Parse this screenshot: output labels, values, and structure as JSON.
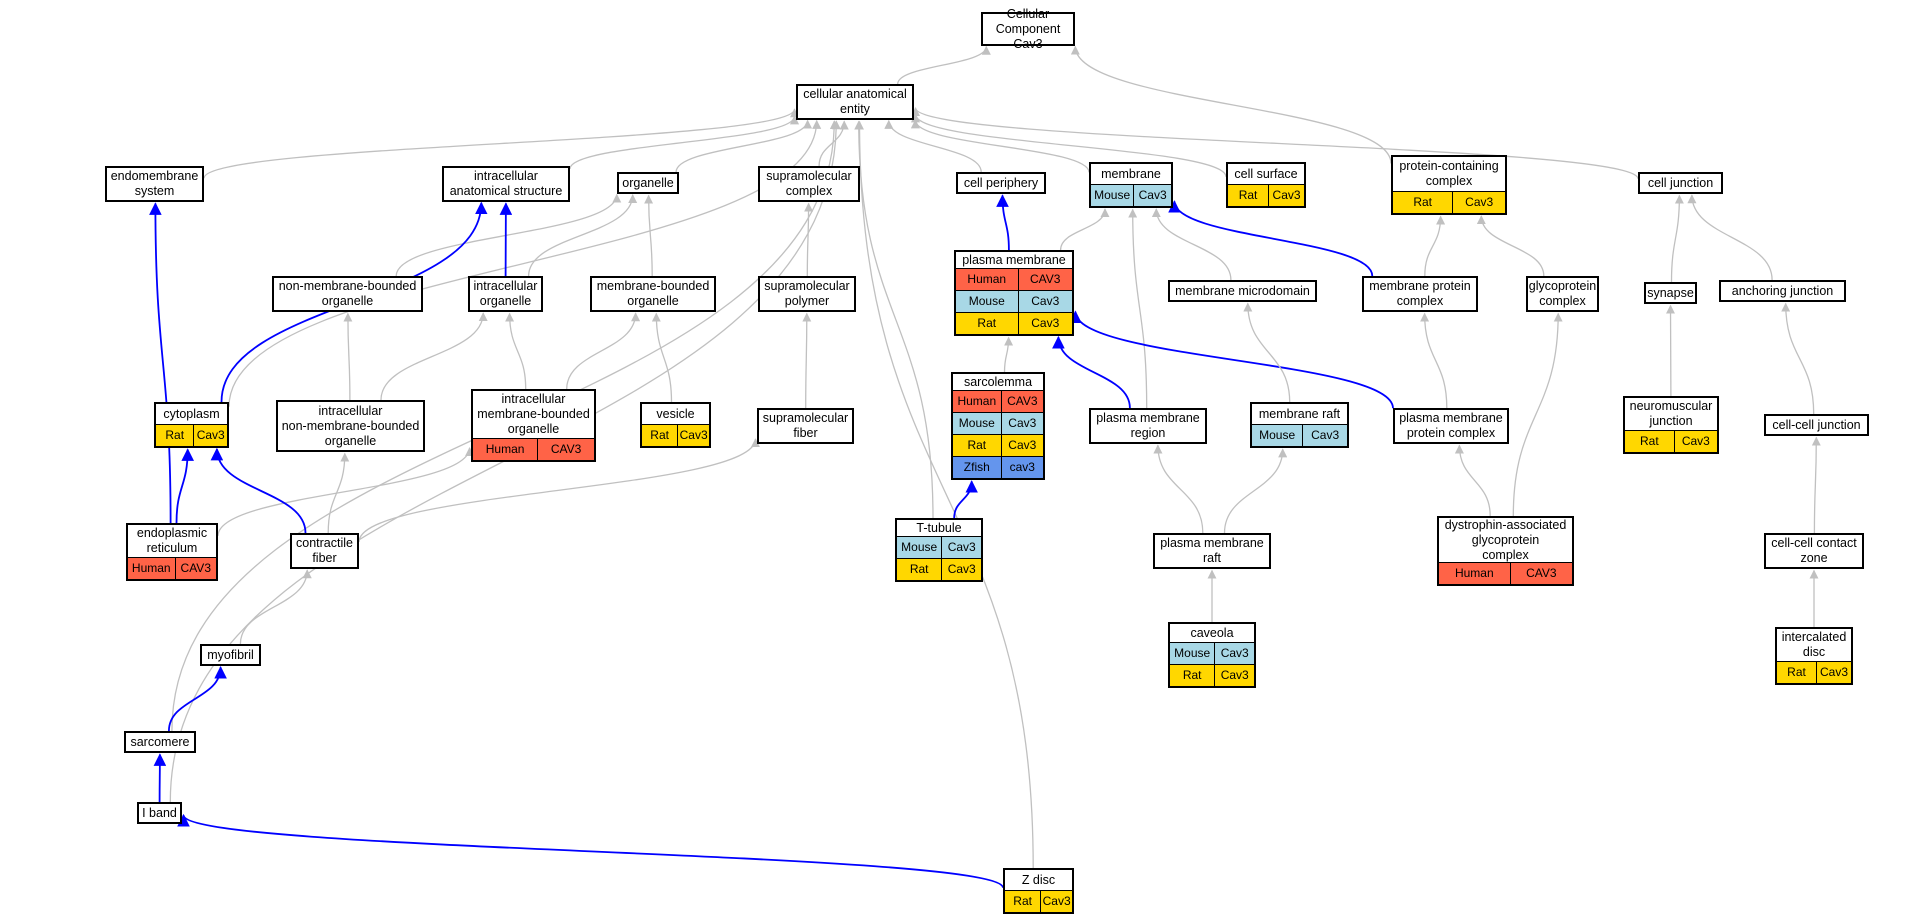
{
  "colors": {
    "Human": "#ff6347",
    "Mouse": "#a8d8e6",
    "Rat": "#ffd700",
    "Zfish": "#6495ed",
    "edge_plain": "#c0c0c0",
    "edge_highlight": "#0000ff"
  },
  "nodes": [
    {
      "id": "cc_root",
      "label": "Cellular Component\nCav3",
      "annotations": []
    },
    {
      "id": "cae",
      "label": "cellular anatomical\nentity",
      "annotations": []
    },
    {
      "id": "endomembrane",
      "label": "endomembrane\nsystem",
      "annotations": []
    },
    {
      "id": "ias",
      "label": "intracellular\nanatomical structure",
      "annotations": []
    },
    {
      "id": "organelle",
      "label": "organelle",
      "annotations": []
    },
    {
      "id": "supramol_complex",
      "label": "supramolecular\ncomplex",
      "annotations": []
    },
    {
      "id": "cell_periphery",
      "label": "cell periphery",
      "annotations": []
    },
    {
      "id": "membrane",
      "label": "membrane",
      "annotations": [
        {
          "species": "Mouse",
          "gene": "Cav3"
        }
      ]
    },
    {
      "id": "cell_surface",
      "label": "cell surface",
      "annotations": [
        {
          "species": "Rat",
          "gene": "Cav3"
        }
      ]
    },
    {
      "id": "protein_containing",
      "label": "protein-containing\ncomplex",
      "annotations": [
        {
          "species": "Rat",
          "gene": "Cav3"
        }
      ]
    },
    {
      "id": "cell_junction",
      "label": "cell junction",
      "annotations": []
    },
    {
      "id": "nmbo",
      "label": "non-membrane-bounded\norganelle",
      "annotations": []
    },
    {
      "id": "intracellular_organelle",
      "label": "intracellular\norganelle",
      "annotations": []
    },
    {
      "id": "mbo",
      "label": "membrane-bounded\norganelle",
      "annotations": []
    },
    {
      "id": "supramol_polymer",
      "label": "supramolecular\npolymer",
      "annotations": []
    },
    {
      "id": "plasma_membrane",
      "label": "plasma membrane",
      "annotations": [
        {
          "species": "Human",
          "gene": "CAV3"
        },
        {
          "species": "Mouse",
          "gene": "Cav3"
        },
        {
          "species": "Rat",
          "gene": "Cav3"
        }
      ]
    },
    {
      "id": "membrane_microdomain",
      "label": "membrane microdomain",
      "annotations": []
    },
    {
      "id": "membrane_protein_complex",
      "label": "membrane protein\ncomplex",
      "annotations": []
    },
    {
      "id": "glycoprotein_complex",
      "label": "glycoprotein\ncomplex",
      "annotations": []
    },
    {
      "id": "synapse",
      "label": "synapse",
      "annotations": []
    },
    {
      "id": "anchoring_junction",
      "label": "anchoring junction",
      "annotations": []
    },
    {
      "id": "cytoplasm",
      "label": "cytoplasm",
      "annotations": [
        {
          "species": "Rat",
          "gene": "Cav3"
        }
      ]
    },
    {
      "id": "inmbo",
      "label": "intracellular\nnon-membrane-bounded\norganelle",
      "annotations": []
    },
    {
      "id": "imbo",
      "label": "intracellular\nmembrane-bounded\norganelle",
      "annotations": [
        {
          "species": "Human",
          "gene": "CAV3"
        }
      ]
    },
    {
      "id": "vesicle",
      "label": "vesicle",
      "annotations": [
        {
          "species": "Rat",
          "gene": "Cav3"
        }
      ]
    },
    {
      "id": "supramol_fiber",
      "label": "supramolecular\nfiber",
      "annotations": []
    },
    {
      "id": "sarcolemma",
      "label": "sarcolemma",
      "annotations": [
        {
          "species": "Human",
          "gene": "CAV3"
        },
        {
          "species": "Mouse",
          "gene": "Cav3"
        },
        {
          "species": "Rat",
          "gene": "Cav3"
        },
        {
          "species": "Zfish",
          "gene": "cav3"
        }
      ]
    },
    {
      "id": "pm_region",
      "label": "plasma membrane\nregion",
      "annotations": []
    },
    {
      "id": "membrane_raft",
      "label": "membrane raft",
      "annotations": [
        {
          "species": "Mouse",
          "gene": "Cav3"
        }
      ]
    },
    {
      "id": "pm_protein_complex",
      "label": "plasma membrane\nprotein complex",
      "annotations": []
    },
    {
      "id": "neuromuscular_junction",
      "label": "neuromuscular\njunction",
      "annotations": [
        {
          "species": "Rat",
          "gene": "Cav3"
        }
      ]
    },
    {
      "id": "cell_cell_junction",
      "label": "cell-cell junction",
      "annotations": []
    },
    {
      "id": "er",
      "label": "endoplasmic\nreticulum",
      "annotations": [
        {
          "species": "Human",
          "gene": "CAV3"
        }
      ]
    },
    {
      "id": "contractile_fiber",
      "label": "contractile\nfiber",
      "annotations": []
    },
    {
      "id": "t_tubule",
      "label": "T-tubule",
      "annotations": [
        {
          "species": "Mouse",
          "gene": "Cav3"
        },
        {
          "species": "Rat",
          "gene": "Cav3"
        }
      ]
    },
    {
      "id": "pm_raft",
      "label": "plasma membrane\nraft",
      "annotations": []
    },
    {
      "id": "dag_complex",
      "label": "dystrophin-associated\nglycoprotein\ncomplex",
      "annotations": [
        {
          "species": "Human",
          "gene": "CAV3"
        }
      ]
    },
    {
      "id": "cell_cell_contact_zone",
      "label": "cell-cell contact\nzone",
      "annotations": []
    },
    {
      "id": "myofibril",
      "label": "myofibril",
      "annotations": []
    },
    {
      "id": "caveola",
      "label": "caveola",
      "annotations": [
        {
          "species": "Mouse",
          "gene": "Cav3"
        },
        {
          "species": "Rat",
          "gene": "Cav3"
        }
      ]
    },
    {
      "id": "intercalated_disc",
      "label": "intercalated\ndisc",
      "annotations": [
        {
          "species": "Rat",
          "gene": "Cav3"
        }
      ]
    },
    {
      "id": "sarcomere",
      "label": "sarcomere",
      "annotations": []
    },
    {
      "id": "i_band",
      "label": "I band",
      "annotations": []
    },
    {
      "id": "z_disc",
      "label": "Z disc",
      "annotations": [
        {
          "species": "Rat",
          "gene": "Cav3"
        }
      ]
    }
  ],
  "edges": [
    {
      "from": "cae",
      "to": "cc_root",
      "highlight": false
    },
    {
      "from": "protein_containing",
      "to": "cc_root",
      "highlight": false
    },
    {
      "from": "endomembrane",
      "to": "cae",
      "highlight": false
    },
    {
      "from": "ias",
      "to": "cae",
      "highlight": false
    },
    {
      "from": "organelle",
      "to": "cae",
      "highlight": false
    },
    {
      "from": "supramol_complex",
      "to": "cae",
      "highlight": false
    },
    {
      "from": "cell_periphery",
      "to": "cae",
      "highlight": false
    },
    {
      "from": "membrane",
      "to": "cae",
      "highlight": false
    },
    {
      "from": "cell_surface",
      "to": "cae",
      "highlight": false
    },
    {
      "from": "cell_junction",
      "to": "cae",
      "highlight": false
    },
    {
      "from": "cytoplasm",
      "to": "cae",
      "highlight": false
    },
    {
      "from": "t_tubule",
      "to": "cae",
      "highlight": false
    },
    {
      "from": "sarcomere",
      "to": "cae",
      "highlight": false
    },
    {
      "from": "i_band",
      "to": "cae",
      "highlight": false
    },
    {
      "from": "z_disc",
      "to": "cae",
      "highlight": false
    },
    {
      "from": "nmbo",
      "to": "organelle",
      "highlight": false
    },
    {
      "from": "intracellular_organelle",
      "to": "organelle",
      "highlight": false
    },
    {
      "from": "mbo",
      "to": "organelle",
      "highlight": false
    },
    {
      "from": "intracellular_organelle",
      "to": "ias",
      "highlight": true
    },
    {
      "from": "cytoplasm",
      "to": "ias",
      "highlight": true
    },
    {
      "from": "supramol_polymer",
      "to": "supramol_complex",
      "highlight": false
    },
    {
      "from": "supramol_fiber",
      "to": "supramol_polymer",
      "highlight": false
    },
    {
      "from": "plasma_membrane",
      "to": "cell_periphery",
      "highlight": true
    },
    {
      "from": "plasma_membrane",
      "to": "membrane",
      "highlight": false
    },
    {
      "from": "membrane_microdomain",
      "to": "membrane",
      "highlight": false
    },
    {
      "from": "membrane_protein_complex",
      "to": "membrane",
      "highlight": true
    },
    {
      "from": "pm_region",
      "to": "membrane",
      "highlight": false
    },
    {
      "from": "membrane_protein_complex",
      "to": "protein_containing",
      "highlight": false
    },
    {
      "from": "glycoprotein_complex",
      "to": "protein_containing",
      "highlight": false
    },
    {
      "from": "synapse",
      "to": "cell_junction",
      "highlight": false
    },
    {
      "from": "anchoring_junction",
      "to": "cell_junction",
      "highlight": false
    },
    {
      "from": "inmbo",
      "to": "nmbo",
      "highlight": false
    },
    {
      "from": "inmbo",
      "to": "intracellular_organelle",
      "highlight": false
    },
    {
      "from": "imbo",
      "to": "intracellular_organelle",
      "highlight": false
    },
    {
      "from": "imbo",
      "to": "mbo",
      "highlight": false
    },
    {
      "from": "vesicle",
      "to": "mbo",
      "highlight": false
    },
    {
      "from": "sarcolemma",
      "to": "plasma_membrane",
      "highlight": false
    },
    {
      "from": "pm_region",
      "to": "plasma_membrane",
      "highlight": true
    },
    {
      "from": "pm_protein_complex",
      "to": "plasma_membrane",
      "highlight": true
    },
    {
      "from": "membrane_raft",
      "to": "membrane_microdomain",
      "highlight": false
    },
    {
      "from": "pm_protein_complex",
      "to": "membrane_protein_complex",
      "highlight": false
    },
    {
      "from": "dag_complex",
      "to": "glycoprotein_complex",
      "highlight": false
    },
    {
      "from": "dag_complex",
      "to": "pm_protein_complex",
      "highlight": false
    },
    {
      "from": "neuromuscular_junction",
      "to": "synapse",
      "highlight": false
    },
    {
      "from": "cell_cell_junction",
      "to": "anchoring_junction",
      "highlight": false
    },
    {
      "from": "cell_cell_contact_zone",
      "to": "cell_cell_junction",
      "highlight": false
    },
    {
      "from": "intercalated_disc",
      "to": "cell_cell_contact_zone",
      "highlight": false
    },
    {
      "from": "er",
      "to": "endomembrane",
      "highlight": true
    },
    {
      "from": "er",
      "to": "cytoplasm",
      "highlight": true
    },
    {
      "from": "er",
      "to": "imbo",
      "highlight": false
    },
    {
      "from": "contractile_fiber",
      "to": "cytoplasm",
      "highlight": true
    },
    {
      "from": "contractile_fiber",
      "to": "inmbo",
      "highlight": false
    },
    {
      "from": "contractile_fiber",
      "to": "supramol_fiber",
      "highlight": false
    },
    {
      "from": "t_tubule",
      "to": "sarcolemma",
      "highlight": true
    },
    {
      "from": "pm_raft",
      "to": "pm_region",
      "highlight": false
    },
    {
      "from": "pm_raft",
      "to": "membrane_raft",
      "highlight": false
    },
    {
      "from": "caveola",
      "to": "pm_raft",
      "highlight": false
    },
    {
      "from": "myofibril",
      "to": "contractile_fiber",
      "highlight": false
    },
    {
      "from": "sarcomere",
      "to": "myofibril",
      "highlight": true
    },
    {
      "from": "i_band",
      "to": "sarcomere",
      "highlight": true
    },
    {
      "from": "z_disc",
      "to": "i_band",
      "highlight": true
    }
  ]
}
